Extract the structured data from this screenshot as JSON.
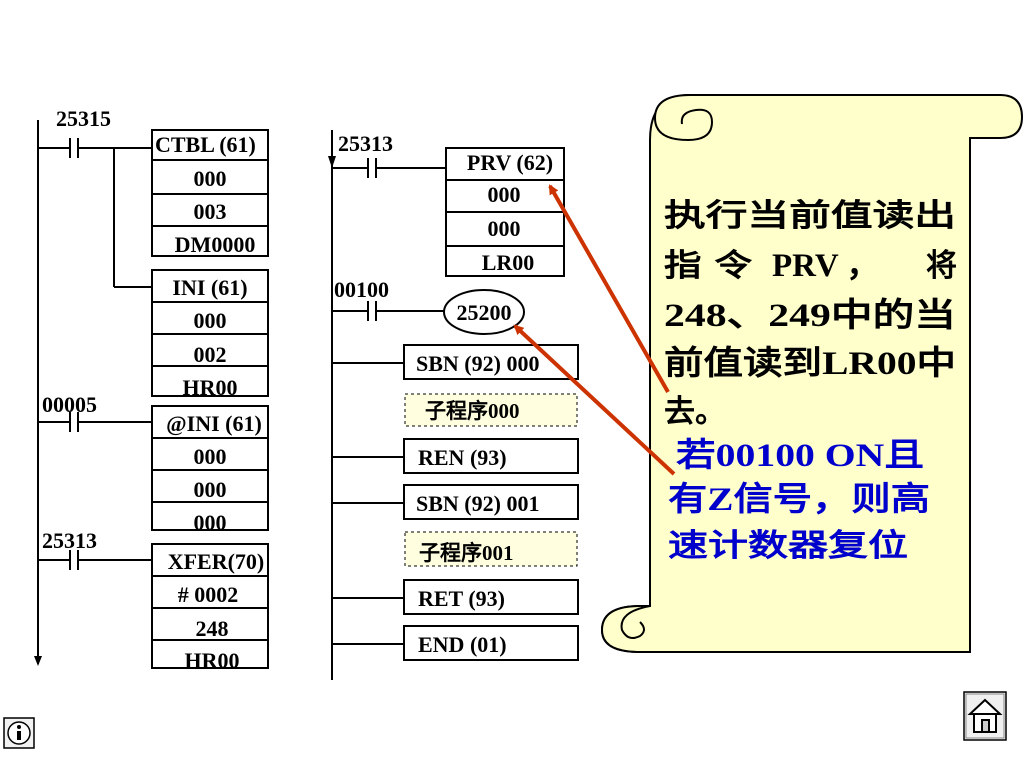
{
  "left_rung": {
    "contact_25315": "25315",
    "ctbl": {
      "title": "CTBL (61)",
      "rows": [
        "000",
        "003",
        "DM0000"
      ]
    },
    "ini": {
      "title": "INI (61)",
      "rows": [
        "000",
        "002",
        "HR00"
      ]
    },
    "contact_00005": "00005",
    "at_ini": {
      "title": "@INI (61)",
      "rows": [
        "000",
        "000",
        "000"
      ]
    },
    "contact_25313": "25313",
    "xfer": {
      "title": "XFER(70)",
      "rows": [
        "# 0002",
        "248",
        "HR00"
      ]
    }
  },
  "right_rung": {
    "contact_25313": "25313",
    "prv": {
      "title": "PRV (62)",
      "rows": [
        "000",
        "000",
        "LR00"
      ]
    },
    "contact_00100": "00100",
    "coil_25200": "25200",
    "sbn0": "SBN (92) 000",
    "sub0": "子程序000",
    "ren": "REN (93)",
    "sbn1": "SBN (92) 001",
    "sub1": "子程序001",
    "ret": "RET (93)",
    "end": "END (01)"
  },
  "note": {
    "line1": "执行当前值读出",
    "line2_a": "指 令",
    "line2_b": "PRV ，",
    "line2_c": "将",
    "line3": "248、249中的当",
    "line4": "前值读到LR00中",
    "line5": "去。",
    "blue1": "若00100 ON且",
    "blue2": "有Z信号，则高",
    "blue3": "速计数器复位"
  },
  "colors": {
    "scroll_fill": "#ffffcc",
    "arrow": "#cc3300",
    "blue_text": "#0000cc",
    "sub_fill": "#ffffe0"
  },
  "icons": {
    "info": "info-icon",
    "home": "home-icon"
  }
}
